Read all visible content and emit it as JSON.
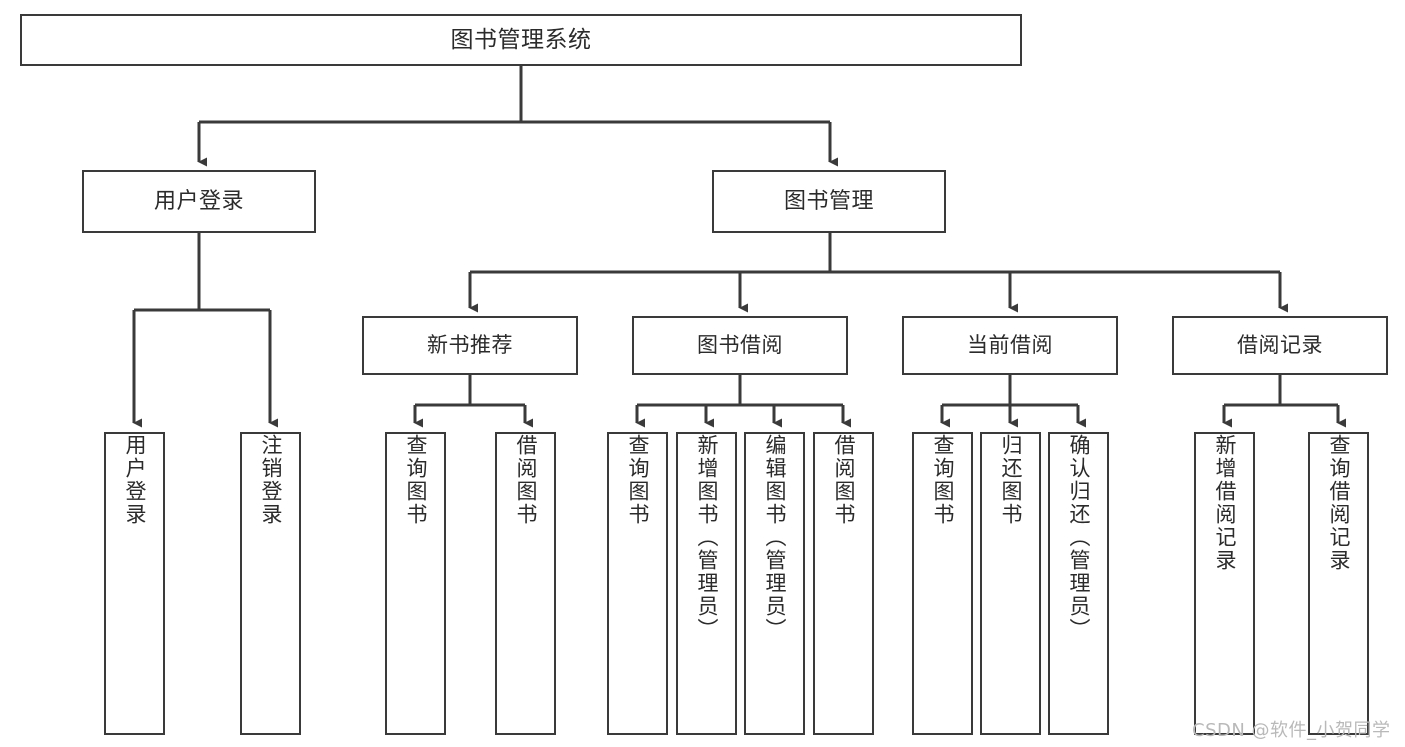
{
  "diagram": {
    "title": "图书管理系统",
    "type": "tree-hierarchy",
    "watermark": "CSDN @软件_小贺同学",
    "colors": {
      "box_border": "#3a3a3a",
      "connector": "#3a3a3a",
      "text": "#2b2b2b",
      "background": "#ffffff",
      "watermark": "#b9b9b9"
    },
    "root": {
      "id": "root",
      "label": "图书管理系统"
    },
    "level1": [
      {
        "id": "user-login",
        "label": "用户登录"
      },
      {
        "id": "book-manage",
        "label": "图书管理"
      }
    ],
    "level2": [
      {
        "id": "new-book-recommend",
        "label": "新书推荐",
        "parent": "book-manage"
      },
      {
        "id": "book-borrow",
        "label": "图书借阅",
        "parent": "book-manage"
      },
      {
        "id": "current-borrow",
        "label": "当前借阅",
        "parent": "book-manage"
      },
      {
        "id": "borrow-record",
        "label": "借阅记录",
        "parent": "book-manage"
      }
    ],
    "leaves": [
      {
        "id": "leaf-user-login",
        "label": "用户登录",
        "parent": "user-login"
      },
      {
        "id": "leaf-user-logout",
        "label": "注销登录",
        "parent": "user-login"
      },
      {
        "id": "leaf-query-book-1",
        "label": "查询图书",
        "parent": "new-book-recommend"
      },
      {
        "id": "leaf-borrow-book-1",
        "label": "借阅图书",
        "parent": "new-book-recommend"
      },
      {
        "id": "leaf-query-book-2",
        "label": "查询图书",
        "parent": "book-borrow"
      },
      {
        "id": "leaf-add-book",
        "label": "新增图书（管理员）",
        "parent": "book-borrow"
      },
      {
        "id": "leaf-edit-book",
        "label": "编辑图书（管理员）",
        "parent": "book-borrow"
      },
      {
        "id": "leaf-borrow-book-2",
        "label": "借阅图书",
        "parent": "book-borrow"
      },
      {
        "id": "leaf-query-book-3",
        "label": "查询图书",
        "parent": "current-borrow"
      },
      {
        "id": "leaf-return-book",
        "label": "归还图书",
        "parent": "current-borrow"
      },
      {
        "id": "leaf-confirm-return",
        "label": "确认归还（管理员）",
        "parent": "current-borrow"
      },
      {
        "id": "leaf-add-record",
        "label": "新增借阅记录",
        "parent": "borrow-record"
      },
      {
        "id": "leaf-query-record",
        "label": "查询借阅记录",
        "parent": "borrow-record"
      }
    ]
  }
}
